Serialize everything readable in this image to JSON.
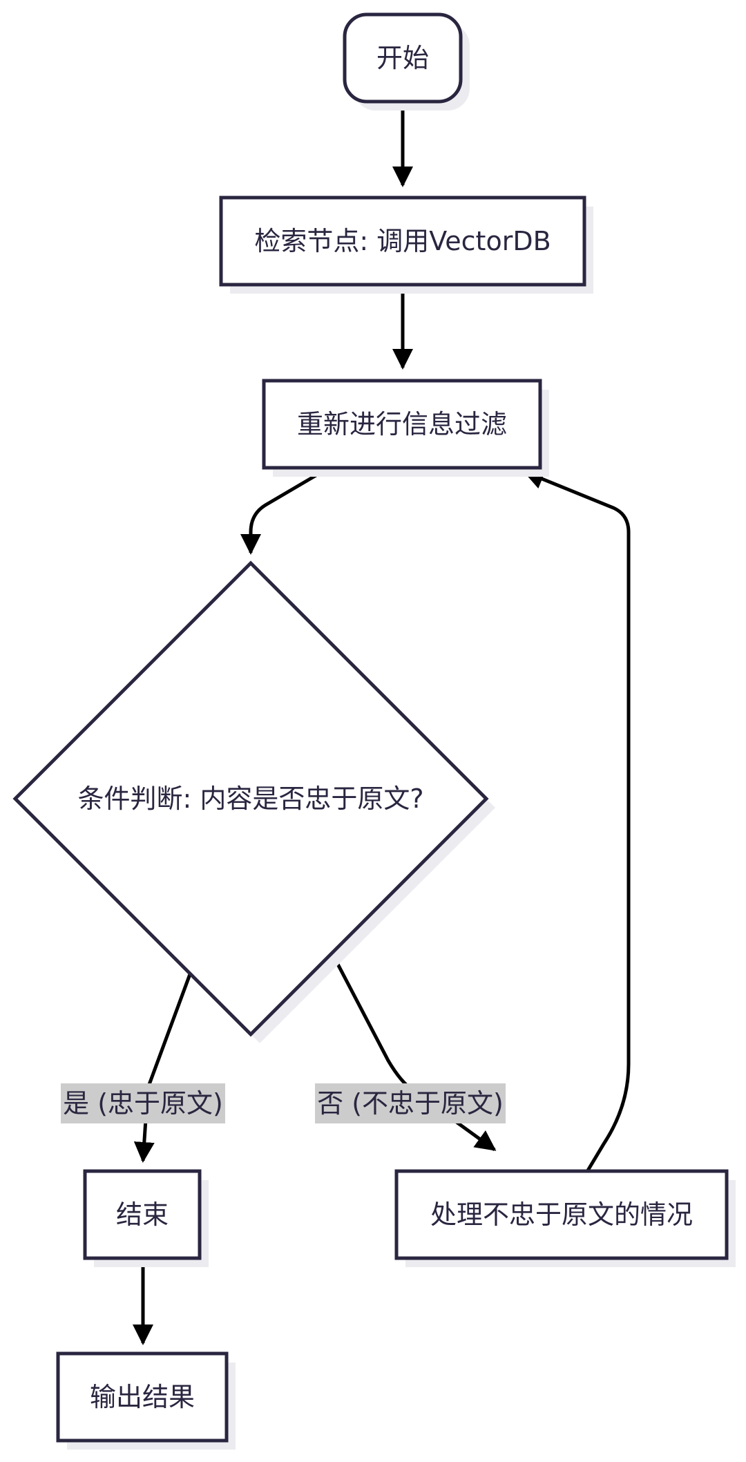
{
  "colors": {
    "background": "#ffffff",
    "node_fill": "#ffffff",
    "node_stroke": "#2a2640",
    "node_shadow": "#ececf0",
    "text": "#2a2640",
    "edge": "#000000",
    "edge_label_bg": "#cccccc"
  },
  "nodes": {
    "start": {
      "label": "开始"
    },
    "retrieve": {
      "label": "检索节点: 调用VectorDB"
    },
    "refilter": {
      "label": "重新进行信息过滤"
    },
    "decision": {
      "label": "条件判断: 内容是否忠于原文?"
    },
    "end": {
      "label": "结束"
    },
    "handle": {
      "label": "处理不忠于原文的情况"
    },
    "output": {
      "label": "输出结果"
    }
  },
  "edges": {
    "yes": {
      "label": "是 (忠于原文)"
    },
    "no": {
      "label": "否 (不忠于原文)"
    }
  }
}
